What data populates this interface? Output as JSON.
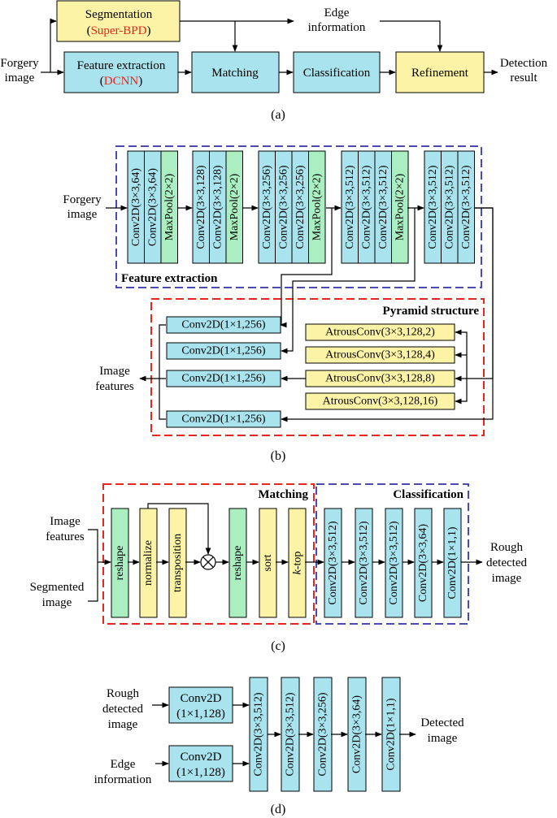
{
  "colors": {
    "yellow": "#fdf3a6",
    "cyan": "#a9e3ee",
    "green": "#aaeec2",
    "red_text": "#e8261c",
    "blue_frame": "#4a4ab3",
    "red_frame": "#e8261c"
  },
  "a": {
    "segmentation": "Segmentation",
    "super_bpd": "Super-BPD",
    "edge_info_1": "Edge",
    "edge_info_2": "information",
    "forgery_1": "Forgery",
    "forgery_2": "image",
    "feature_extraction": "Feature extraction",
    "dcnn": "DCNN",
    "matching": "Matching",
    "classification": "Classification",
    "refinement": "Refinement",
    "detection_1": "Detection",
    "detection_2": "result",
    "caption": "(a)"
  },
  "b": {
    "forgery_1": "Forgery",
    "forgery_2": "image",
    "group1": [
      "Conv2D(3×3,64)",
      "Conv2D(3×3,64)",
      "MaxPool(2×2)"
    ],
    "group2": [
      "Conv2D(3×3,128)",
      "Conv2D(3×3,128)",
      "MaxPool(2×2)"
    ],
    "group3": [
      "Conv2D(3×3,256)",
      "Conv2D(3×3,256)",
      "Conv2D(3×3,256)",
      "MaxPool(2×2)"
    ],
    "group4": [
      "Conv2D(3×3,512)",
      "Conv2D(3×3,512)",
      "Conv2D(3×3,512)",
      "MaxPool(2×2)"
    ],
    "group5": [
      "Conv2D(3×3,512)",
      "Conv2D(3×3,512)",
      "Conv2D(3×3,512)"
    ],
    "feature_extraction": "Feature extraction",
    "pyramid": "Pyramid structure",
    "conv1x1": [
      "Conv2D(1×1,256)",
      "Conv2D(1×1,256)",
      "Conv2D(1×1,256)",
      "Conv2D(1×1,256)"
    ],
    "atrous": [
      "AtrousConv(3×3,128,2)",
      "AtrousConv(3×3,128,4)",
      "AtrousConv(3×3,128,8)",
      "AtrousConv(3×3,128,16)"
    ],
    "features_1": "Image",
    "features_2": "features",
    "caption": "(b)"
  },
  "c": {
    "image_features_1": "Image",
    "image_features_2": "features",
    "segmented_1": "Segmented",
    "segmented_2": "image",
    "matching_label": "Matching",
    "classification_label": "Classification",
    "matching_blocks": [
      "reshape",
      "normalize",
      "transposition",
      "reshape",
      "sort"
    ],
    "ktop_k": "k",
    "ktop_rest": "-top",
    "classification_blocks": [
      "Conv2D(3×3,512)",
      "Conv2D(3×3,512)",
      "Conv2D(3×3,512)",
      "Conv2D(3×3,64)",
      "Conv2D(1×1,1)"
    ],
    "rough_1": "Rough",
    "rough_2": "detected",
    "rough_3": "image",
    "caption": "(c)"
  },
  "d": {
    "rough_1": "Rough",
    "rough_2": "detected",
    "rough_3": "image",
    "edge_1": "Edge",
    "edge_2": "information",
    "conv_top_1": "Conv2D",
    "conv_top_2": "(1×1,128)",
    "conv_bot_1": "Conv2D",
    "conv_bot_2": "(1×1,128)",
    "blocks": [
      "Conv2D(3×3,512)",
      "Conv2D(3×3,512)",
      "Conv2D(3×3,256)",
      "Conv2D(3×3,64)",
      "Conv2D(1×1,1)"
    ],
    "detected_1": "Detected",
    "detected_2": "image",
    "caption": "(d)"
  }
}
